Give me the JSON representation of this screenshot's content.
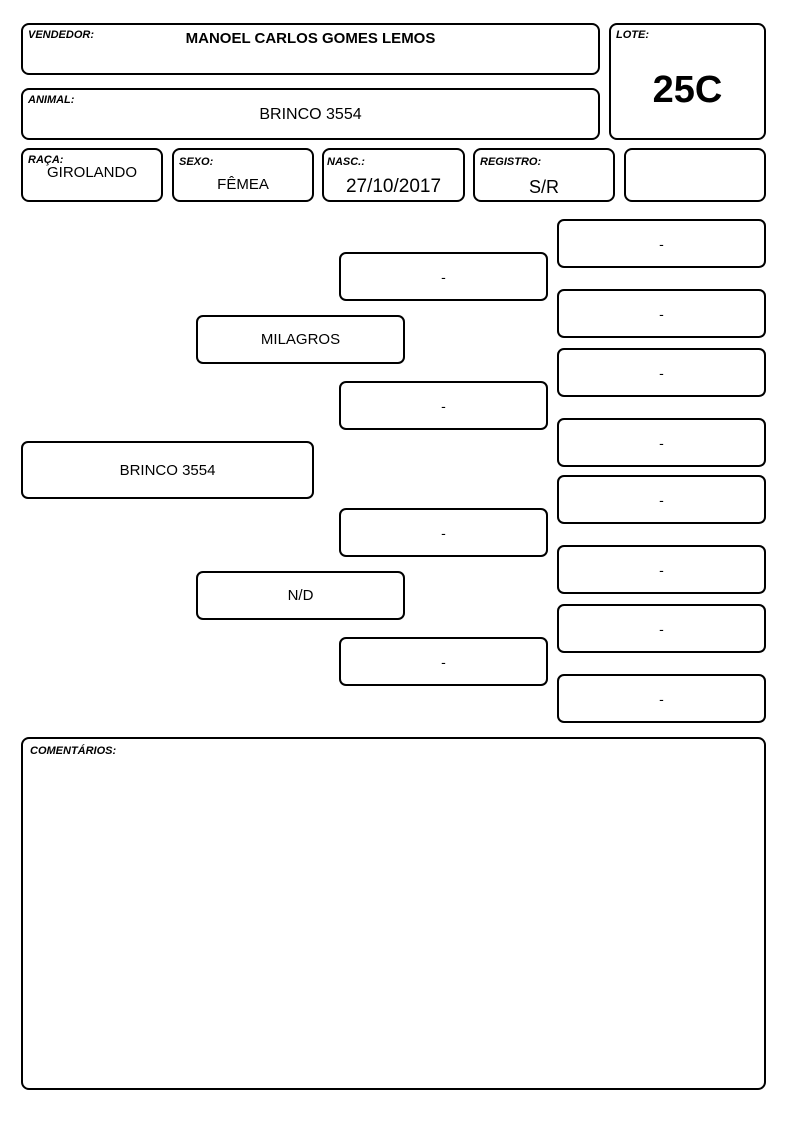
{
  "vendedor": {
    "label": "VENDEDOR:",
    "value": "MANOEL CARLOS GOMES LEMOS"
  },
  "lote": {
    "label": "LOTE:",
    "value": "25C"
  },
  "animal": {
    "label": "ANIMAL:",
    "value": "BRINCO 3554"
  },
  "raca": {
    "label": "RAÇA:",
    "value": "GIROLANDO"
  },
  "sexo": {
    "label": "SEXO:",
    "value": "FÊMEA"
  },
  "nasc": {
    "label": "NASC.:",
    "value": "27/10/2017"
  },
  "registro": {
    "label": "REGISTRO:",
    "value": "S/R"
  },
  "pedigree": {
    "animal": "BRINCO 3554",
    "sire": "MILAGROS",
    "dam": "N/D",
    "sire_sire": "-",
    "sire_dam": "-",
    "dam_sire": "-",
    "dam_dam": "-",
    "ggp": [
      "-",
      "-",
      "-",
      "-",
      "-",
      "-",
      "-",
      "-"
    ]
  },
  "comentarios": {
    "label": "COMENTÁRIOS:"
  }
}
